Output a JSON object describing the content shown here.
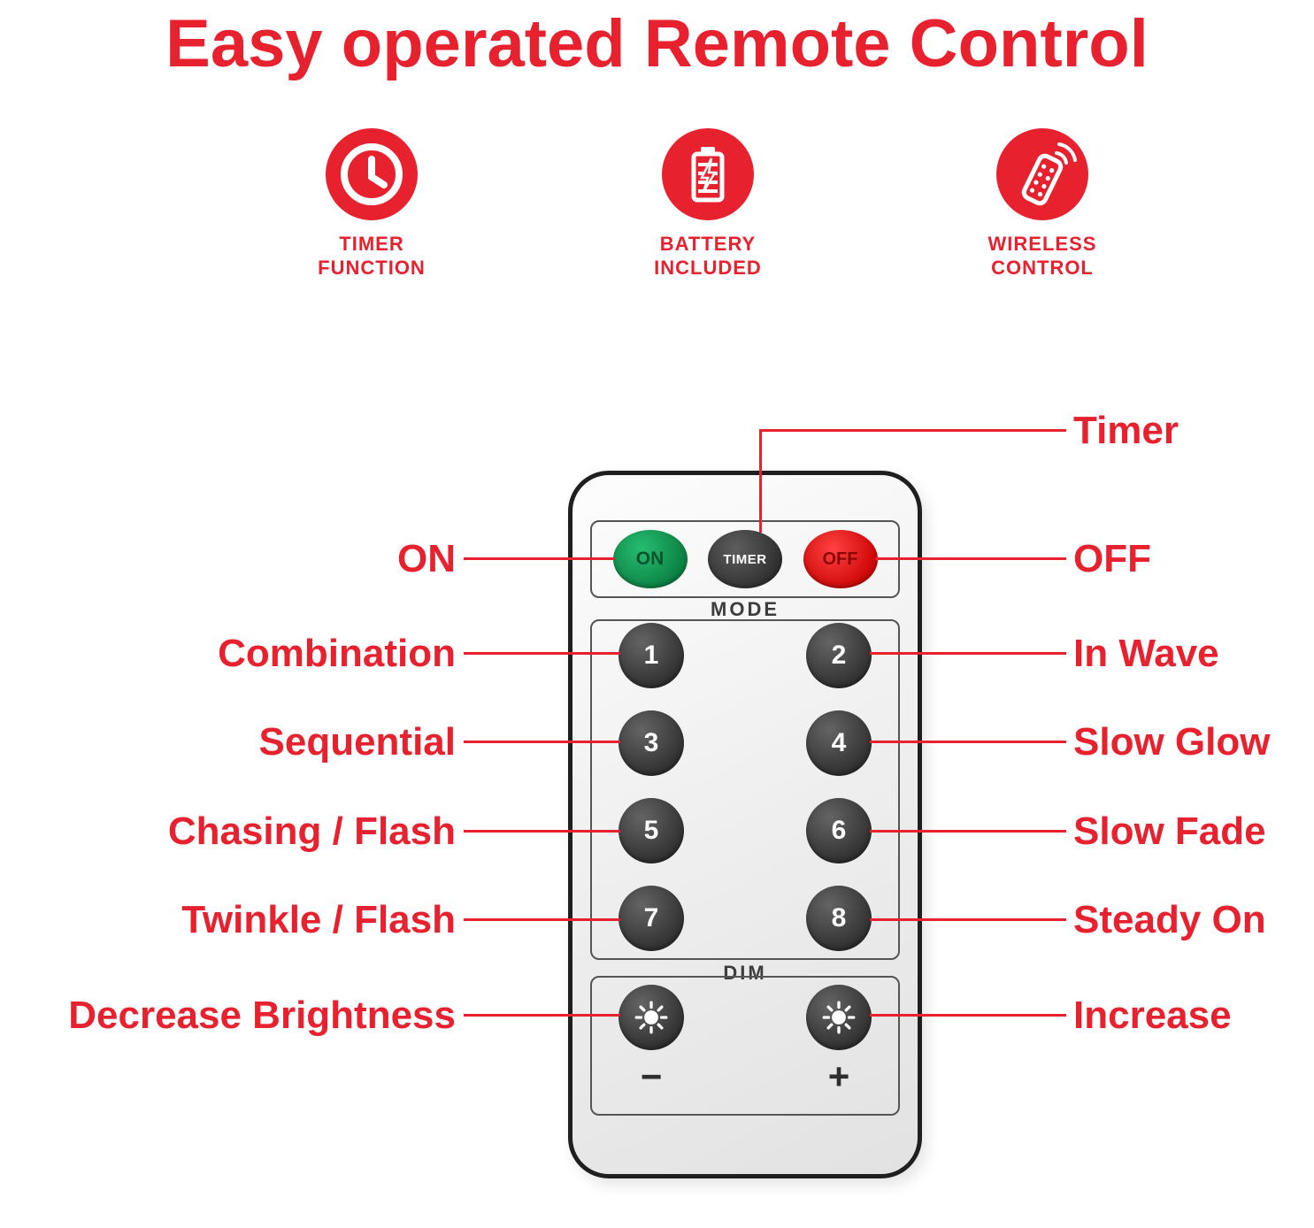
{
  "title": "Easy operated Remote Control",
  "features": [
    {
      "id": "timer-function",
      "icon": "clock-icon",
      "line1": "TIMER",
      "line2": "FUNCTION"
    },
    {
      "id": "battery-included",
      "icon": "battery-icon",
      "line1": "BATTERY",
      "line2": "INCLUDED"
    },
    {
      "id": "wireless-control",
      "icon": "remote-signal-icon",
      "line1": "WIRELESS",
      "line2": "CONTROL"
    }
  ],
  "remote": {
    "power_on": "ON",
    "power_timer": "TIMER",
    "power_off": "OFF",
    "mode_label": "MODE",
    "mode_buttons": [
      "1",
      "2",
      "3",
      "4",
      "5",
      "6",
      "7",
      "8"
    ],
    "dim_label": "DIM",
    "dim_minus": "−",
    "dim_plus": "+"
  },
  "callouts": {
    "timer": "Timer",
    "on": "ON",
    "off": "OFF",
    "combination": "Combination",
    "in_wave": "In Wave",
    "sequential": "Sequential",
    "slow_glow": "Slow Glow",
    "chasing_flash": "Chasing / Flash",
    "slow_fade": "Slow Fade",
    "twinkle_flash": "Twinkle / Flash",
    "steady_on": "Steady On",
    "decrease": "Decrease Brightness",
    "increase": "Increase"
  },
  "colors": {
    "accent_red": "#e8212f",
    "on_green": "#0fa155",
    "off_red": "#e30c0c",
    "button_dark": "#3a3a3a",
    "remote_body": "#ededed"
  }
}
